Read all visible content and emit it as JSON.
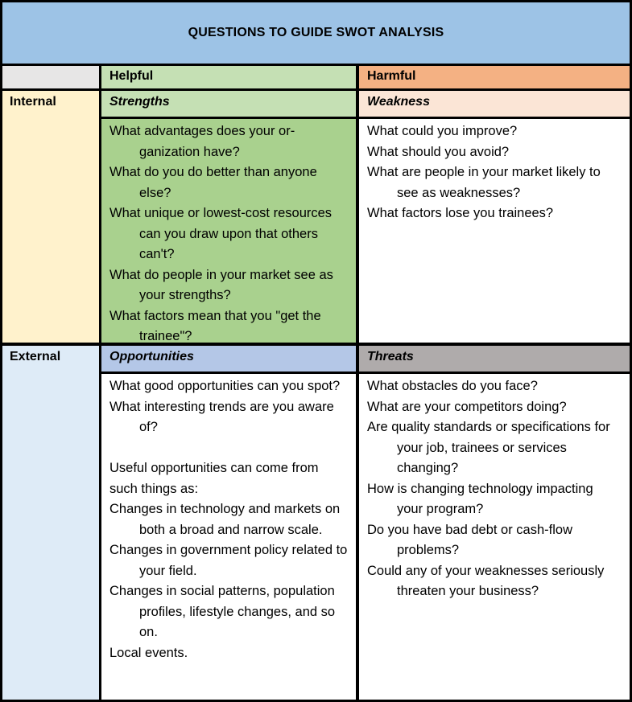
{
  "title": "QUESTIONS TO GUIDE SWOT ANALYSIS",
  "columns": {
    "helpful": "Helpful",
    "harmful": "Harmful"
  },
  "rows": {
    "internal": "Internal",
    "external": "External"
  },
  "quadrants": {
    "strengths": {
      "heading": "Strengths",
      "items": [
        "What advantages does your or­ganization have?",
        "What do you do better than any­one else?",
        "What unique or lowest-cost re­sources can you draw upon that others can't?",
        "What do people in your market see as your strengths?",
        "What factors mean that you \"get the trainee\"?"
      ]
    },
    "weakness": {
      "heading": "Weakness",
      "items": [
        "What could you improve?",
        "What should you avoid?",
        "What are people in your market like­ly to see as weaknesses?",
        "What factors lose you trainees?"
      ]
    },
    "opportunities": {
      "heading": "Opportunities",
      "items": [
        "What good opportunities can you spot?",
        "What interesting trends are you aware of?"
      ],
      "intro": "Useful opportunities can come from such things as:",
      "sources": [
        "Changes in technology and mar­kets on both a broad and nar­row scale.",
        "Changes in government policy related to your field.",
        "Changes in social patterns, popula­tion profiles, lifestyle changes, and so on."
      ],
      "last": "Local events."
    },
    "threats": {
      "heading": "Threats",
      "items": [
        "What obstacles do you face?",
        "What are your competitors doing?",
        "Are quality standards or specifica­tions for your job, trainees or services changing?",
        "How is changing technology im­pacting your program?",
        "Do you have bad debt or cash-flow problems?",
        "Could any of your weaknesses seri­ously threaten your business?"
      ]
    }
  }
}
